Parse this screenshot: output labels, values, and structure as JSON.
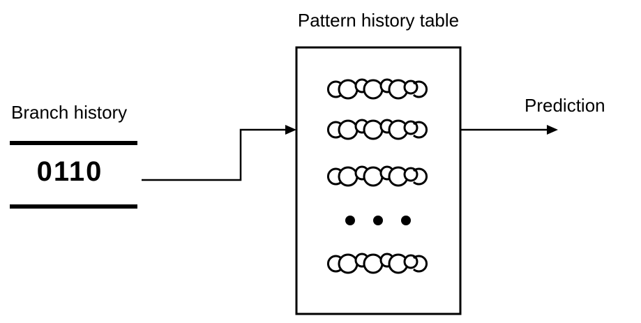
{
  "diagram": {
    "title": "Pattern history table",
    "branch_history_label": "Branch history",
    "branch_history_value": "0110",
    "prediction_label": "Prediction",
    "table_rows": 4,
    "colors": {
      "foreground": "#000000",
      "background": "#ffffff"
    }
  }
}
